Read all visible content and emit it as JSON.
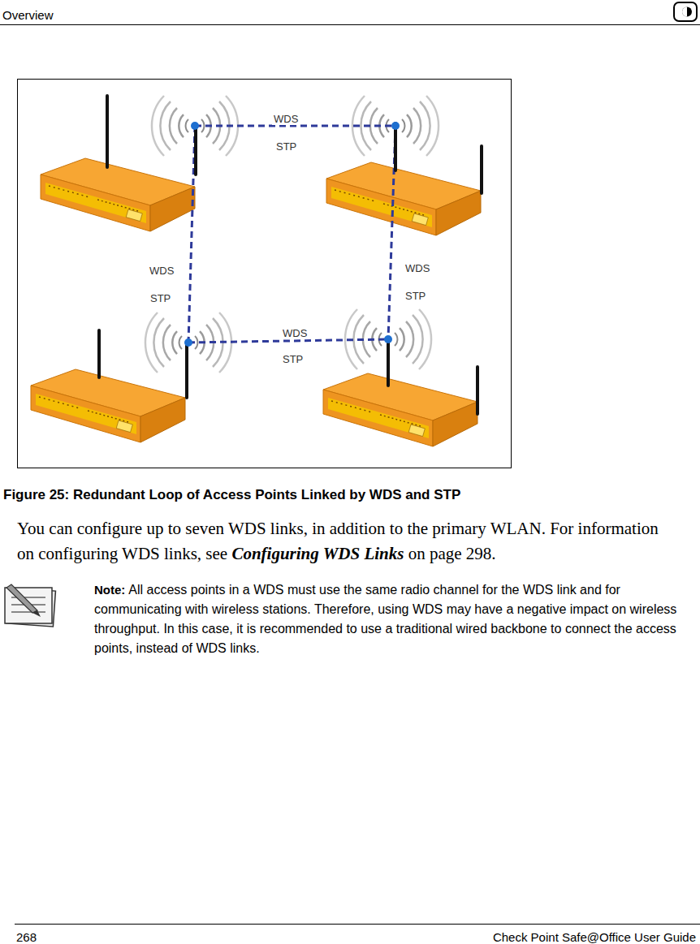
{
  "diagram": {
    "caption": "Figure 25: Redundant Loop of Access Points Linked by WDS and STP",
    "labels": [
      "Overview",
      "WDS",
      "STP",
      "WDS",
      "STP",
      "WDS",
      "STP",
      "WDS",
      "STP",
      "You can configure up to seven WDS links, in addition to the primary WLAN. For information on configuring WDS links, see",
      "Configuring WDS Links",
      "on page 298.",
      "Note:",
      "All access points in a WDS must use the same radio channel for the WDS link and for communicating with wireless stations. Therefore, using WDS may have a negative impact on wireless throughput. In this case, it is recommended to use a traditional wired backbone to connect the access points, instead of WDS links.",
      "268",
      "Check Point Safe@Office User Guide"
    ]
  }
}
